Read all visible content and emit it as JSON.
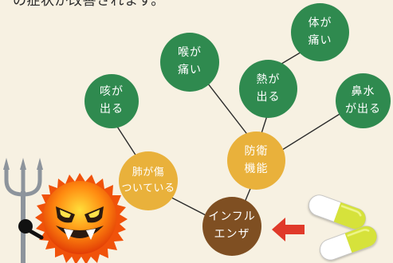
{
  "caption": "の症状が改善されます。",
  "nodes": {
    "influenza": "インフル\nエンザ",
    "lung_injury": "肺が傷\nついている",
    "defense": "防衛\n機能",
    "cough": "咳が\n出る",
    "throat_pain": "喉が\n痛い",
    "fever": "熱が\n出る",
    "body_pain": "体が\n痛い",
    "runny_nose": "鼻水\nが出る"
  },
  "icons": {
    "virus": "virus-character-icon",
    "trident": "trident-icon",
    "pills": "capsule-pills-icon",
    "arrow": "red-arrow-icon"
  },
  "colors": {
    "background": "#f7f1e2",
    "green": "#2f8a4f",
    "yellow": "#e9b13b",
    "brown": "#7f4f22",
    "arrow": "#e03a2a"
  }
}
